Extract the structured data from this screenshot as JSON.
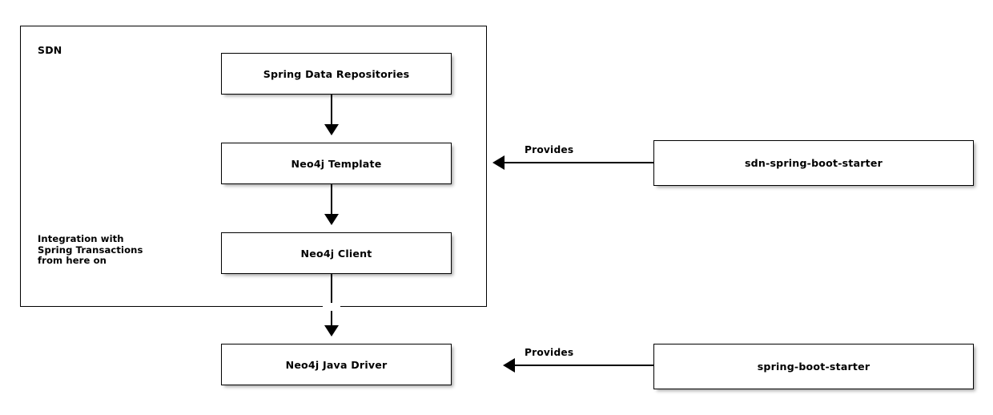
{
  "diagram": {
    "container": {
      "label": "SDN"
    },
    "note": "Integration with\nSpring Transactions\nfrom here on",
    "nodes": [
      {
        "id": "spring-data-repositories",
        "label": "Spring Data Repositories"
      },
      {
        "id": "neo4j-template",
        "label": "Neo4j Template"
      },
      {
        "id": "neo4j-client",
        "label": "Neo4j Client"
      },
      {
        "id": "neo4j-java-driver",
        "label": "Neo4j Java Driver"
      },
      {
        "id": "sdn-spring-boot-starter",
        "label": "sdn-spring-boot-starter"
      },
      {
        "id": "spring-boot-starter",
        "label": "spring-boot-starter"
      }
    ],
    "edges": [
      {
        "id": "repos-to-template",
        "label": "",
        "direction": "down"
      },
      {
        "id": "template-to-client",
        "label": "",
        "direction": "down"
      },
      {
        "id": "client-to-driver",
        "label": "",
        "direction": "down"
      },
      {
        "id": "sdn-starter-provides",
        "label": "Provides",
        "direction": "left"
      },
      {
        "id": "spring-starter-provides",
        "label": "Provides",
        "direction": "left"
      }
    ],
    "colors": {
      "background": "#ffffff",
      "stroke": "#000000",
      "text": "#000000",
      "node_fill": "#ffffff"
    }
  }
}
